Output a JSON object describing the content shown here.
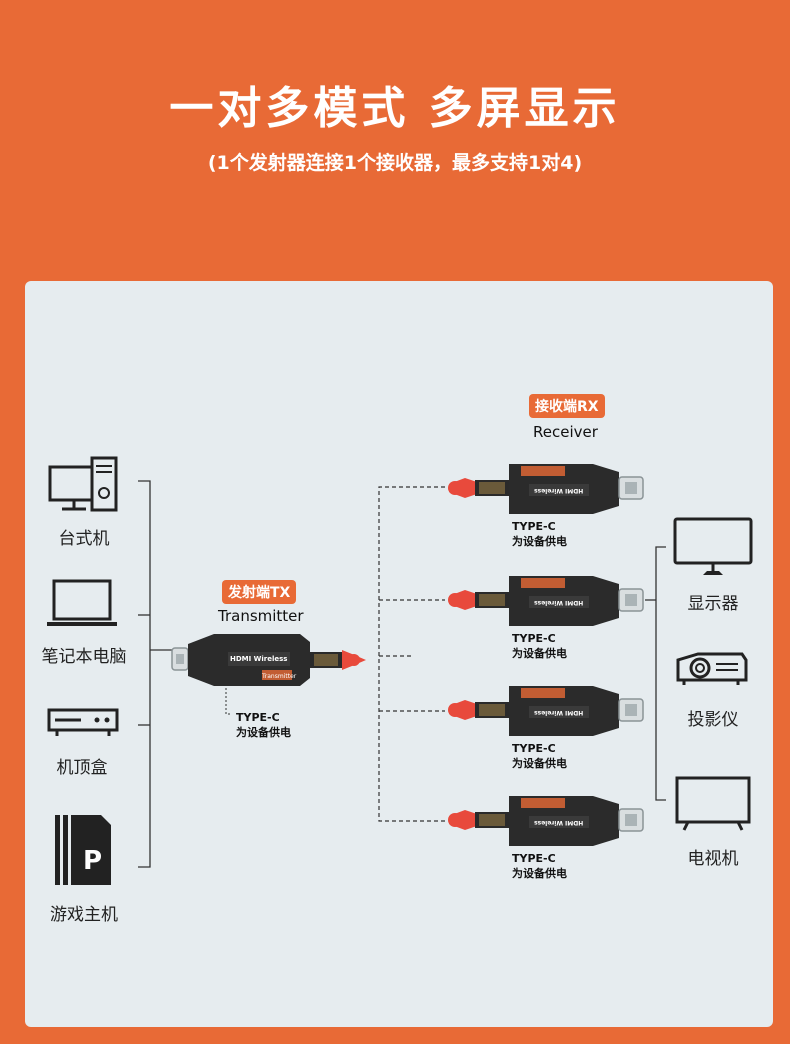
{
  "header": {
    "title": "一对多模式  多屏显示",
    "subtitle": "(1个发射器连接1个接收器，最多支持1对4)"
  },
  "sources": [
    {
      "icon": "desktop-icon",
      "label": "台式机"
    },
    {
      "icon": "laptop-icon",
      "label": "笔记本电脑"
    },
    {
      "icon": "set-top-box-icon",
      "label": "机顶盒"
    },
    {
      "icon": "game-console-icon",
      "label": "游戏主机"
    }
  ],
  "transmitter": {
    "badge": "发射端TX",
    "name": "Transmitter",
    "device_text": "HDMI Wireless",
    "device_subtext": "Transmitter",
    "power_note_line1": "TYPE-C",
    "power_note_line2": "为设备供电"
  },
  "receiver": {
    "badge": "接收端RX",
    "name": "Receiver",
    "device_text": "HDMI Wireless",
    "power_note_line1": "TYPE-C",
    "power_note_line2": "为设备供电"
  },
  "receivers_count": 4,
  "displays": [
    {
      "icon": "monitor-icon",
      "label": "显示器"
    },
    {
      "icon": "projector-icon",
      "label": "投影仪"
    },
    {
      "icon": "tv-icon",
      "label": "电视机"
    }
  ],
  "colors": {
    "accent": "#e86a36",
    "panel": "#e6ecef",
    "device_body": "#2b2b2b",
    "antenna_tip": "#e84a3c"
  }
}
